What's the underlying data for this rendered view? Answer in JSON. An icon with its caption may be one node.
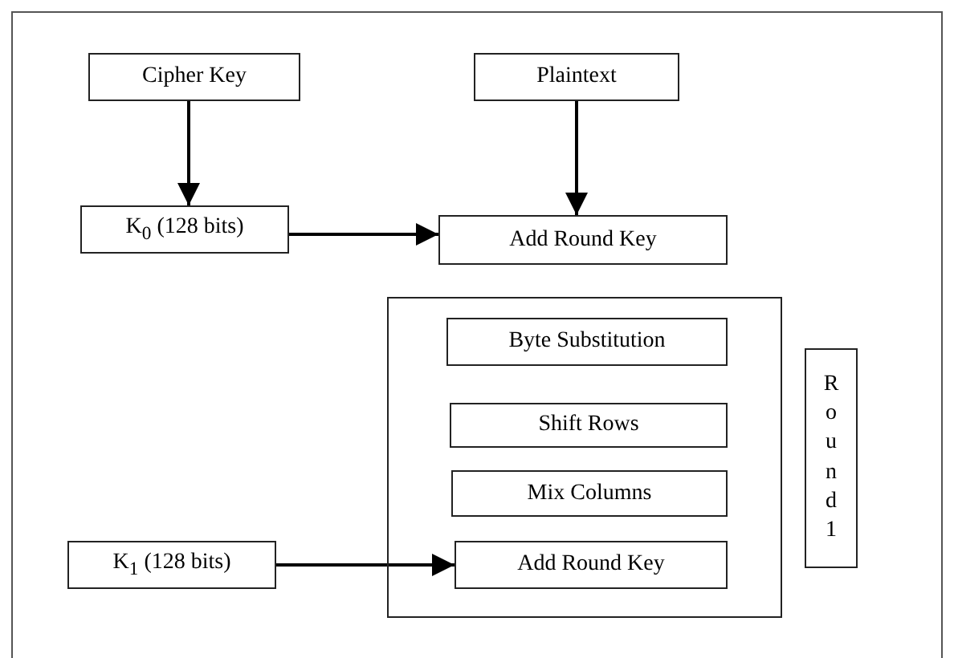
{
  "diagram": {
    "nodes": [
      {
        "text": [
          "Cipher Key"
        ]
      },
      {
        "text": [
          "Plaintext"
        ]
      },
      {
        "text": [
          "K$_{0}$ (128 bits)"
        ]
      },
      {
        "text": [
          "Add Round Key"
        ]
      },
      {
        "text": [],
        "shape": "box"
      },
      {
        "text": [
          "Byte Substitution"
        ],
        "in": 4
      },
      {
        "text": [
          "Shift Rows"
        ],
        "in": 4
      },
      {
        "text": [
          "Mix Columns"
        ],
        "in": 4
      },
      {
        "text": [
          "Add Round Key"
        ],
        "in": 4
      },
      {
        "text": [
          "Round 1"
        ]
      },
      {
        "text": [
          "K$_{1}$ (128 bits)"
        ]
      }
    ],
    "edges": [
      {
        "from": 0,
        "to": 2,
        "arrow": "to"
      },
      {
        "from": 1,
        "to": 3,
        "arrow": "to"
      },
      {
        "from": 2,
        "to": 3,
        "arrow": "to"
      },
      {
        "from": 10,
        "to": 8,
        "arrow": "to"
      }
    ]
  }
}
